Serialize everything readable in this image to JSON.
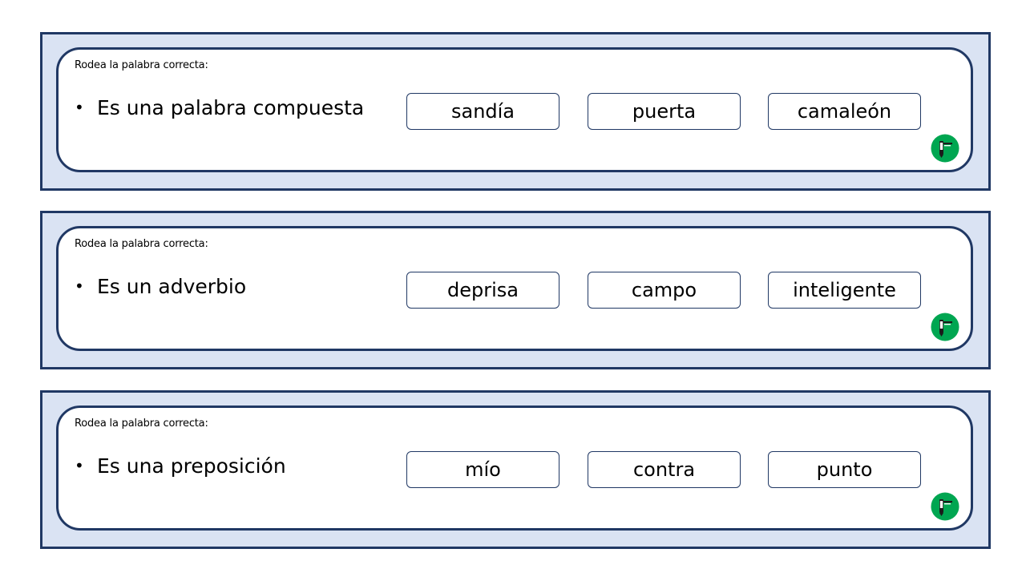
{
  "colors": {
    "frame_fill": "#dae3f3",
    "frame_border": "#203864",
    "logo_green": "#00a651"
  },
  "cards": [
    {
      "instruction": "Rodea la palabra correcta:",
      "bullet": "•",
      "question": "Es una palabra compuesta",
      "options": [
        "sandía",
        "puerta",
        "camaleón"
      ],
      "logo_icon": "pencil-badge-icon"
    },
    {
      "instruction": "Rodea la palabra correcta:",
      "bullet": "•",
      "question": "Es un adverbio",
      "options": [
        "deprisa",
        "campo",
        "inteligente"
      ],
      "logo_icon": "pencil-badge-icon"
    },
    {
      "instruction": "Rodea la palabra correcta:",
      "bullet": "•",
      "question": "Es una preposición",
      "options": [
        "mío",
        "contra",
        "punto"
      ],
      "logo_icon": "pencil-badge-icon"
    }
  ]
}
